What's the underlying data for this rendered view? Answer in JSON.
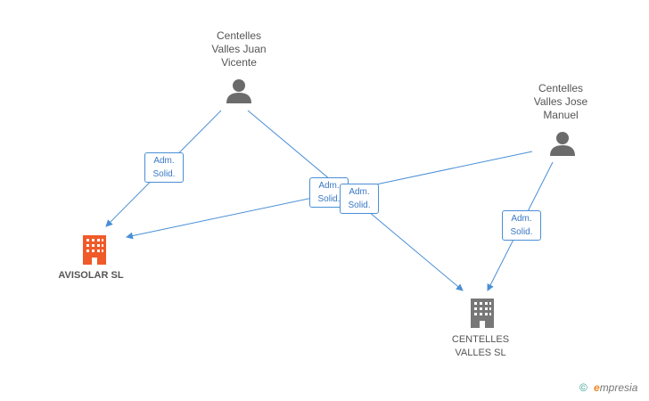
{
  "persons": [
    {
      "name_lines": [
        "Centelles",
        "Valles Juan",
        "Vicente"
      ]
    },
    {
      "name_lines": [
        "Centelles",
        "Valles Jose",
        "Manuel"
      ]
    }
  ],
  "companies": [
    {
      "name_lines": [
        "AVISOLAR SL"
      ],
      "color": "#f05a28"
    },
    {
      "name_lines": [
        "CENTELLES",
        "VALLES SL"
      ],
      "color": "#777777"
    }
  ],
  "relations": [
    {
      "from": "Centelles Valles Juan Vicente",
      "to": "AVISOLAR SL",
      "label_lines": [
        "Adm.",
        "Solid."
      ]
    },
    {
      "from": "Centelles Valles Jose Manuel",
      "to": "AVISOLAR SL",
      "label_lines": [
        "Adm.",
        "Solid."
      ]
    },
    {
      "from": "Centelles Valles Juan Vicente",
      "to": "CENTELLES VALLES SL",
      "label_lines": [
        "Adm.",
        "Solid."
      ]
    },
    {
      "from": "Centelles Valles Jose Manuel",
      "to": "CENTELLES VALLES SL",
      "label_lines": [
        "Adm.",
        "Solid."
      ]
    }
  ],
  "footer": {
    "copyright_symbol": "©",
    "brand_first": "e",
    "brand_rest": "mpresia"
  },
  "colors": {
    "edge": "#4a8fd6",
    "person_icon": "#6b6b6b"
  }
}
